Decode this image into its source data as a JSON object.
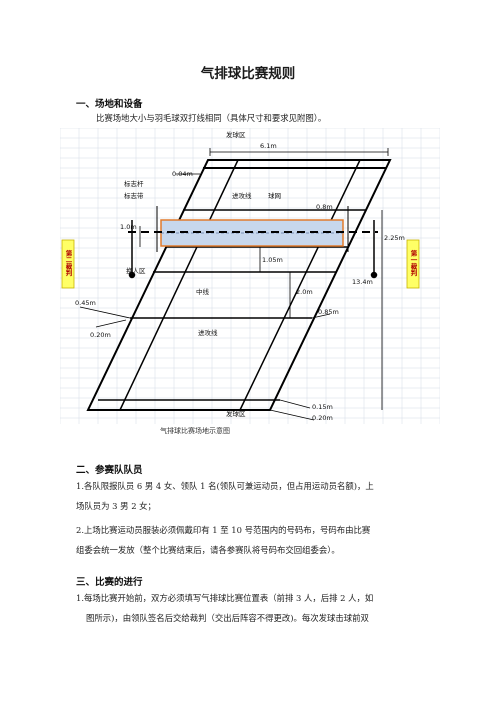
{
  "title": "气排球比赛规则",
  "sections": [
    {
      "heading": "一、场地和设备"
    },
    {
      "heading": "二、参赛队队员"
    },
    {
      "heading": "三、比赛的进行"
    }
  ],
  "section1_text": "比赛场地大小与羽毛球双打线相同（具体尺寸和要求见附图）。",
  "diagram": {
    "caption": "气排球比赛场地示意图",
    "labels": {
      "serve_zone_top": "发球区",
      "serve_zone_bottom": "发球区",
      "w61": "6.1m",
      "d004": "0.04m",
      "antenna": "标志杆",
      "marker_band": "标志带",
      "attack_line_top": "进攻线",
      "net": "球网",
      "d08": "0.8m",
      "d10": "1.0m",
      "d225": "2.25m",
      "team2": "第二裁判",
      "team1": "第一裁判",
      "sub_zone": "换人区",
      "d105": "1.05m",
      "d134": "13.4m",
      "center_line": "中线",
      "d20": "2.0m",
      "d045": "0.45m",
      "d085": "0.85m",
      "d020a": "0.20m",
      "attack_line_bottom": "进攻线",
      "d015": "0.15m",
      "d020b": "0.20m"
    }
  },
  "paragraphs": {
    "s2_p1_l1": "1.各队限报队员 6 男 4 女、领队 1 名(领队可兼运动员，但占用运动员名额)，上",
    "s2_p1_l2": "场队员为 3 男 2 女；",
    "s2_p2_l1": "2.上场比赛运动员服装必须佩戴印有 1 至 10 号范围内的号码布，号码布由比赛",
    "s2_p2_l2": "组委会统一发放（整个比赛结束后，请各参赛队将号码布交回组委会）。",
    "s3_p1_l1": "1.每场比赛开始前，双方必须填写气排球比赛位置表（前排 3 人，后排 2 人，如",
    "s3_p1_l2": "图所示)，由领队签名后交给裁判（交出后阵容不得更改)。每次发球击球前双"
  }
}
